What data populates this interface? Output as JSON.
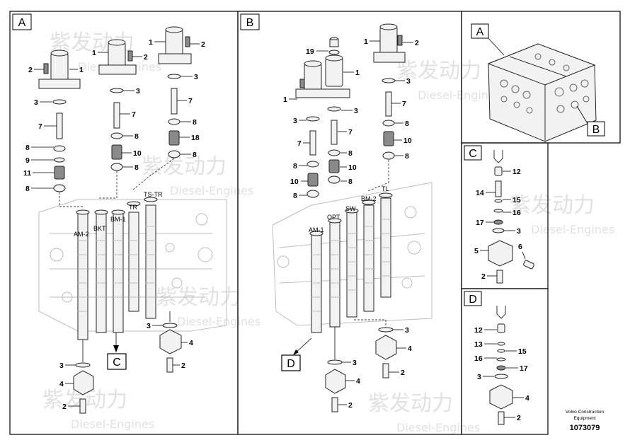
{
  "panels": {
    "A": {
      "label": "A"
    },
    "B": {
      "label": "B"
    },
    "C": {
      "label": "C"
    },
    "D": {
      "label": "D"
    },
    "overview": {
      "label_a": "A",
      "label_b": "B"
    }
  },
  "spool_tags": {
    "a": [
      "AM-2",
      "BKT",
      "BM-1",
      "TR",
      "TS-TR"
    ],
    "b": [
      "AM-1",
      "OPT",
      "SW",
      "BM-2",
      "TL"
    ]
  },
  "callout_boxes": {
    "c": "C",
    "d": "D"
  },
  "footer": {
    "line1": "Volvo Construction",
    "line2": "Equipment",
    "number": "1073079"
  },
  "watermark": {
    "brand": "紫发动力",
    "sub": "Diesel-Engines"
  }
}
